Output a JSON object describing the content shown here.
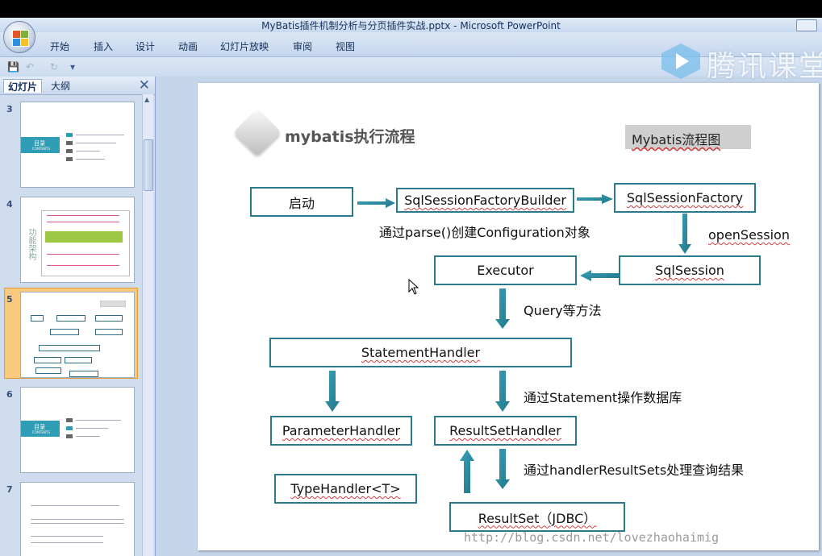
{
  "window": {
    "title": "MyBatis插件机制分析与分页插件实战.pptx - Microsoft PowerPoint"
  },
  "ribbon": {
    "tabs": [
      "开始",
      "插入",
      "设计",
      "动画",
      "幻灯片放映",
      "审阅",
      "视图"
    ]
  },
  "watermark_brand": {
    "text": "腾讯课堂",
    "icon": "play-icon"
  },
  "left_panel": {
    "tabs": {
      "slides": "幻灯片",
      "outline": "大纲"
    },
    "close": "✕",
    "slide_numbers": [
      "3",
      "4",
      "5",
      "6",
      "7"
    ],
    "selected_slide": "5",
    "thumb_texts": {
      "s3_title": "目录",
      "s3_sub": "CONTENTS",
      "s4_side": "功能架构",
      "s6_title": "目录",
      "s6_sub": "CONTENTS"
    }
  },
  "slide": {
    "heading": "mybatis执行流程",
    "label": "Mybatis流程图",
    "boxes": {
      "start": "启动",
      "factory_builder": "SqlSessionFactoryBuilder",
      "factory": "SqlSessionFactory",
      "sqlsession": "SqlSession",
      "executor": "Executor",
      "statement_handler": "StatementHandler",
      "parameter_handler": "ParameterHandler",
      "resultset_handler": "ResultSetHandler",
      "type_handler": "TypeHandler<T>",
      "resultset": "ResultSet（JDBC）"
    },
    "notes": {
      "parse": "通过parse()创建Configuration对象",
      "open_session": "openSession",
      "query": "Query等方法",
      "statement_op": "通过Statement操作数据库",
      "handle_results": "通过handlerResultSets处理查询结果"
    },
    "url_watermark": "http://blog.csdn.net/lovezhaohaimig"
  },
  "colors": {
    "box_border": "#2b7a8c",
    "arrow": "#2b8aa0",
    "selection": "#f8c97e"
  }
}
